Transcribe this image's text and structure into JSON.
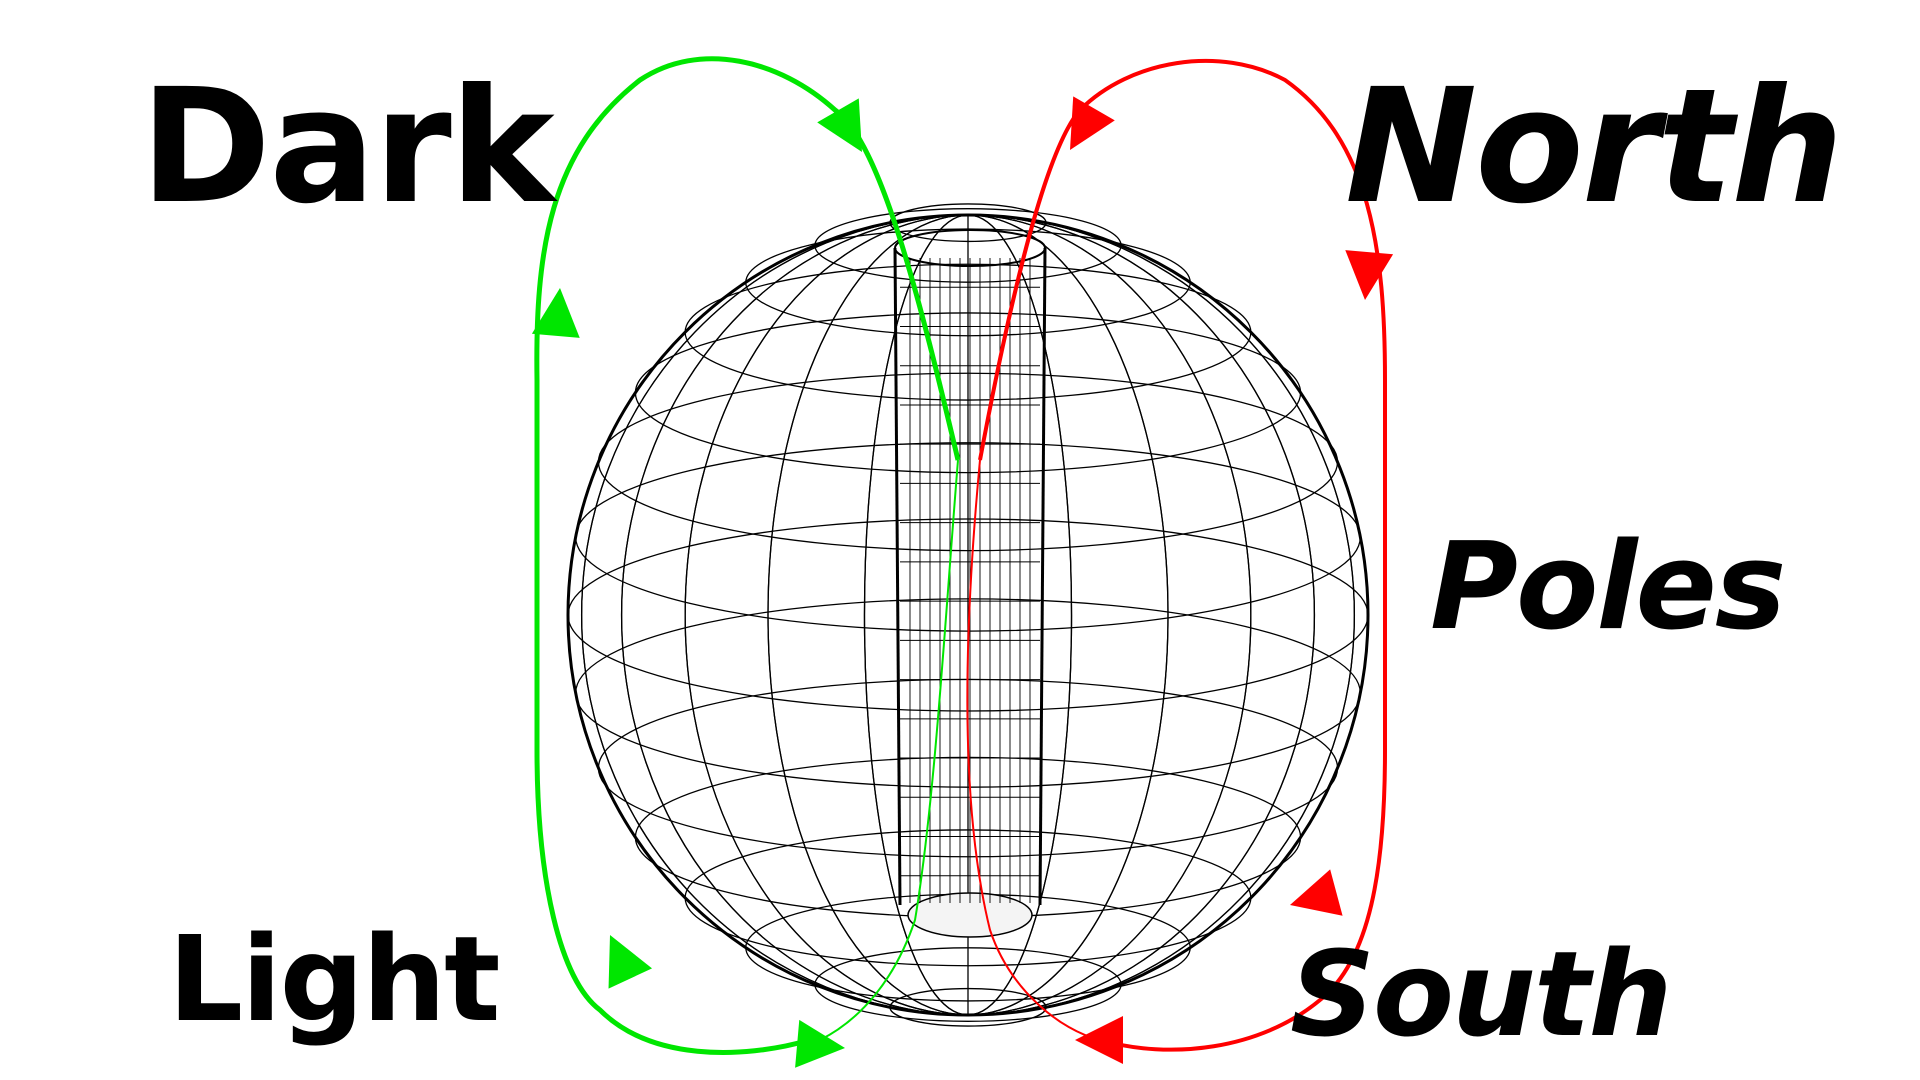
{
  "diagram": {
    "labels": {
      "dark": "Dark",
      "north": "North",
      "poles": "Poles",
      "light": "Light",
      "south": "South"
    },
    "colors": {
      "wireframe": "#000000",
      "dark_light_loop": "#00e600",
      "north_south_loop": "#ff0000",
      "background": "#ffffff"
    },
    "shapes": {
      "body": "wireframe-sphere-with-axial-tube",
      "loops": [
        "green-field-loop",
        "red-field-loop"
      ]
    }
  }
}
